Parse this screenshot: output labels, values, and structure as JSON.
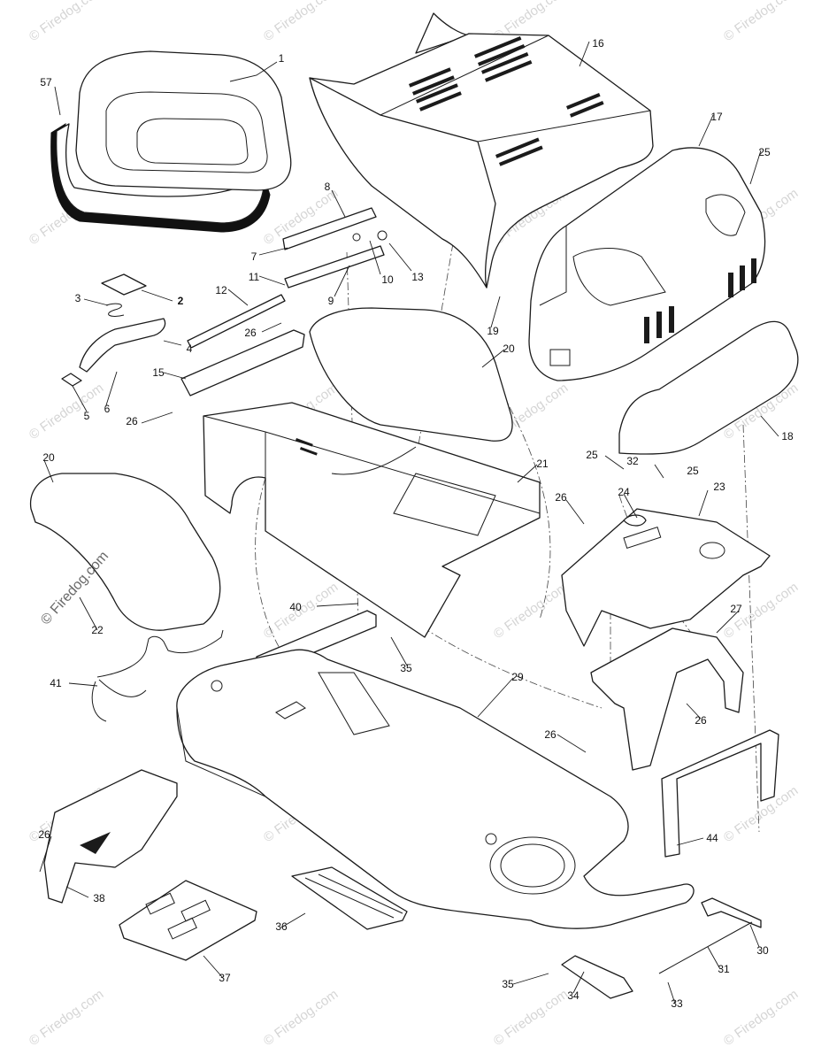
{
  "watermark": "© Firedog.com",
  "copyright_mark": "© Firedog.com",
  "callouts": [
    {
      "label": "1"
    },
    {
      "label": "57"
    },
    {
      "label": "8"
    },
    {
      "label": "7"
    },
    {
      "label": "11"
    },
    {
      "label": "9"
    },
    {
      "label": "10"
    },
    {
      "label": "13"
    },
    {
      "label": "12"
    },
    {
      "label": "3"
    },
    {
      "label": "2"
    },
    {
      "label": "4"
    },
    {
      "label": "5"
    },
    {
      "label": "6"
    },
    {
      "label": "26"
    },
    {
      "label": "15"
    },
    {
      "label": "26"
    },
    {
      "label": "16"
    },
    {
      "label": "17"
    },
    {
      "label": "25"
    },
    {
      "label": "19"
    },
    {
      "label": "20"
    },
    {
      "label": "18"
    },
    {
      "label": "21"
    },
    {
      "label": "20"
    },
    {
      "label": "22"
    },
    {
      "label": "25"
    },
    {
      "label": "32"
    },
    {
      "label": "25"
    },
    {
      "label": "26"
    },
    {
      "label": "24"
    },
    {
      "label": "23"
    },
    {
      "label": "40"
    },
    {
      "label": "35"
    },
    {
      "label": "27"
    },
    {
      "label": "26"
    },
    {
      "label": "41"
    },
    {
      "label": "29"
    },
    {
      "label": "26"
    },
    {
      "label": "44"
    },
    {
      "label": "26"
    },
    {
      "label": "38"
    },
    {
      "label": "36"
    },
    {
      "label": "37"
    },
    {
      "label": "30"
    },
    {
      "label": "31"
    },
    {
      "label": "35"
    },
    {
      "label": "34"
    },
    {
      "label": "33"
    }
  ]
}
